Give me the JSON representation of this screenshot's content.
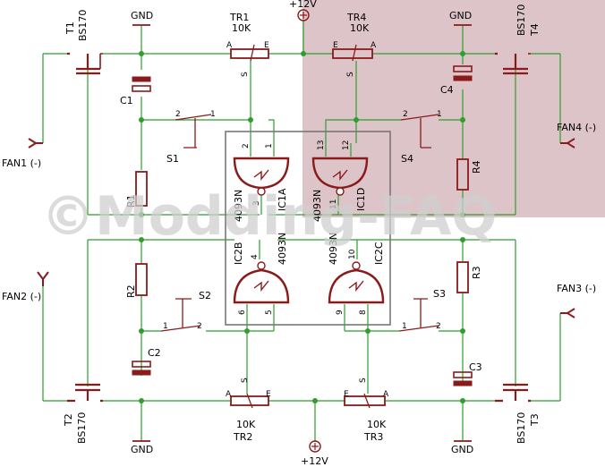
{
  "labels": {
    "gnd": "GND",
    "vcc": "+12V",
    "t1_name": "T1",
    "t1_type": "BS170",
    "t2_name": "T2",
    "t2_type": "BS170",
    "t3_name": "T3",
    "t3_type": "BS170",
    "t4_name": "T4",
    "t4_type": "BS170",
    "tr1_name": "TR1",
    "tr1_val": "10K",
    "tr2_name": "TR2",
    "tr2_val": "10K",
    "tr3_name": "TR3",
    "tr3_val": "10K",
    "tr4_name": "TR4",
    "tr4_val": "10K",
    "c1": "C1",
    "c2": "C2",
    "c3": "C3",
    "c4": "C4",
    "r1": "R1",
    "r2": "R2",
    "r3": "R3",
    "r4": "R4",
    "s1": "S1",
    "s2": "S2",
    "s3": "S3",
    "s4": "S4",
    "fan1": "FAN1 (-)",
    "fan2": "FAN2 (-)",
    "fan3": "FAN3 (-)",
    "fan4": "FAN4 (-)",
    "ic1a": "IC1A",
    "ic1d": "IC1D",
    "ic2b": "IC2B",
    "ic2c": "IC2C",
    "part": "4093N",
    "pin_a": "A",
    "pin_e": "E",
    "pin_s": "S",
    "pin_1": "1",
    "pin_2": "2",
    "pin_3": "3",
    "pin_4": "4",
    "pin_5": "5",
    "pin_6": "6",
    "pin_8": "8",
    "pin_9": "9",
    "pin_10": "10",
    "pin_11": "11",
    "pin_12": "12",
    "pin_13": "13"
  },
  "watermark": "©Modding-FAQ",
  "colors": {
    "wire": "#2e9e2e",
    "component": "#8b1a1a",
    "highlight": "#ddc4c8",
    "box": "#777777"
  }
}
